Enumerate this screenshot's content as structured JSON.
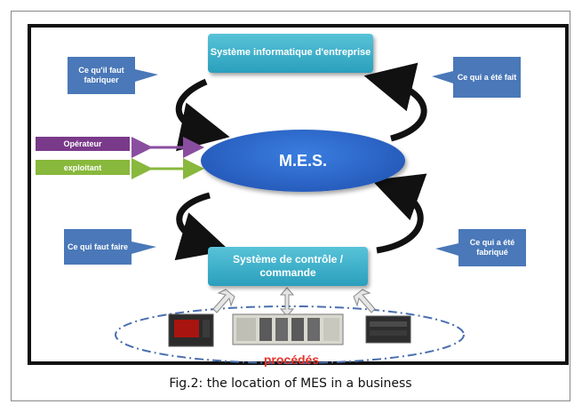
{
  "diagram": {
    "top_box": "Système informatique d'entreprise",
    "center": "M.E.S.",
    "bottom_box": "Système de contrôle / commande",
    "callouts": {
      "top_left": "Ce qu'il faut fabriquer",
      "top_right": "Ce qui a été fait",
      "bottom_left": "Ce qui faut faire",
      "bottom_right": "Ce qui a été fabriqué"
    },
    "labels": {
      "operator": "Opérateur",
      "exploitant": "exploitant"
    },
    "process": "procédés"
  },
  "caption": "Fig.2: the location of MES in a business",
  "colors": {
    "box": "#2a9fbd",
    "mes": "#1f4fae",
    "callout": "#4a78b8",
    "operator": "#7a3a8a",
    "exploitant": "#88b83c",
    "process_text": "#e8332a",
    "dash_ellipse": "#4a6fb0"
  },
  "icons": [
    "hmi-panel-icon",
    "plc-rack-icon",
    "controller-module-icon"
  ]
}
